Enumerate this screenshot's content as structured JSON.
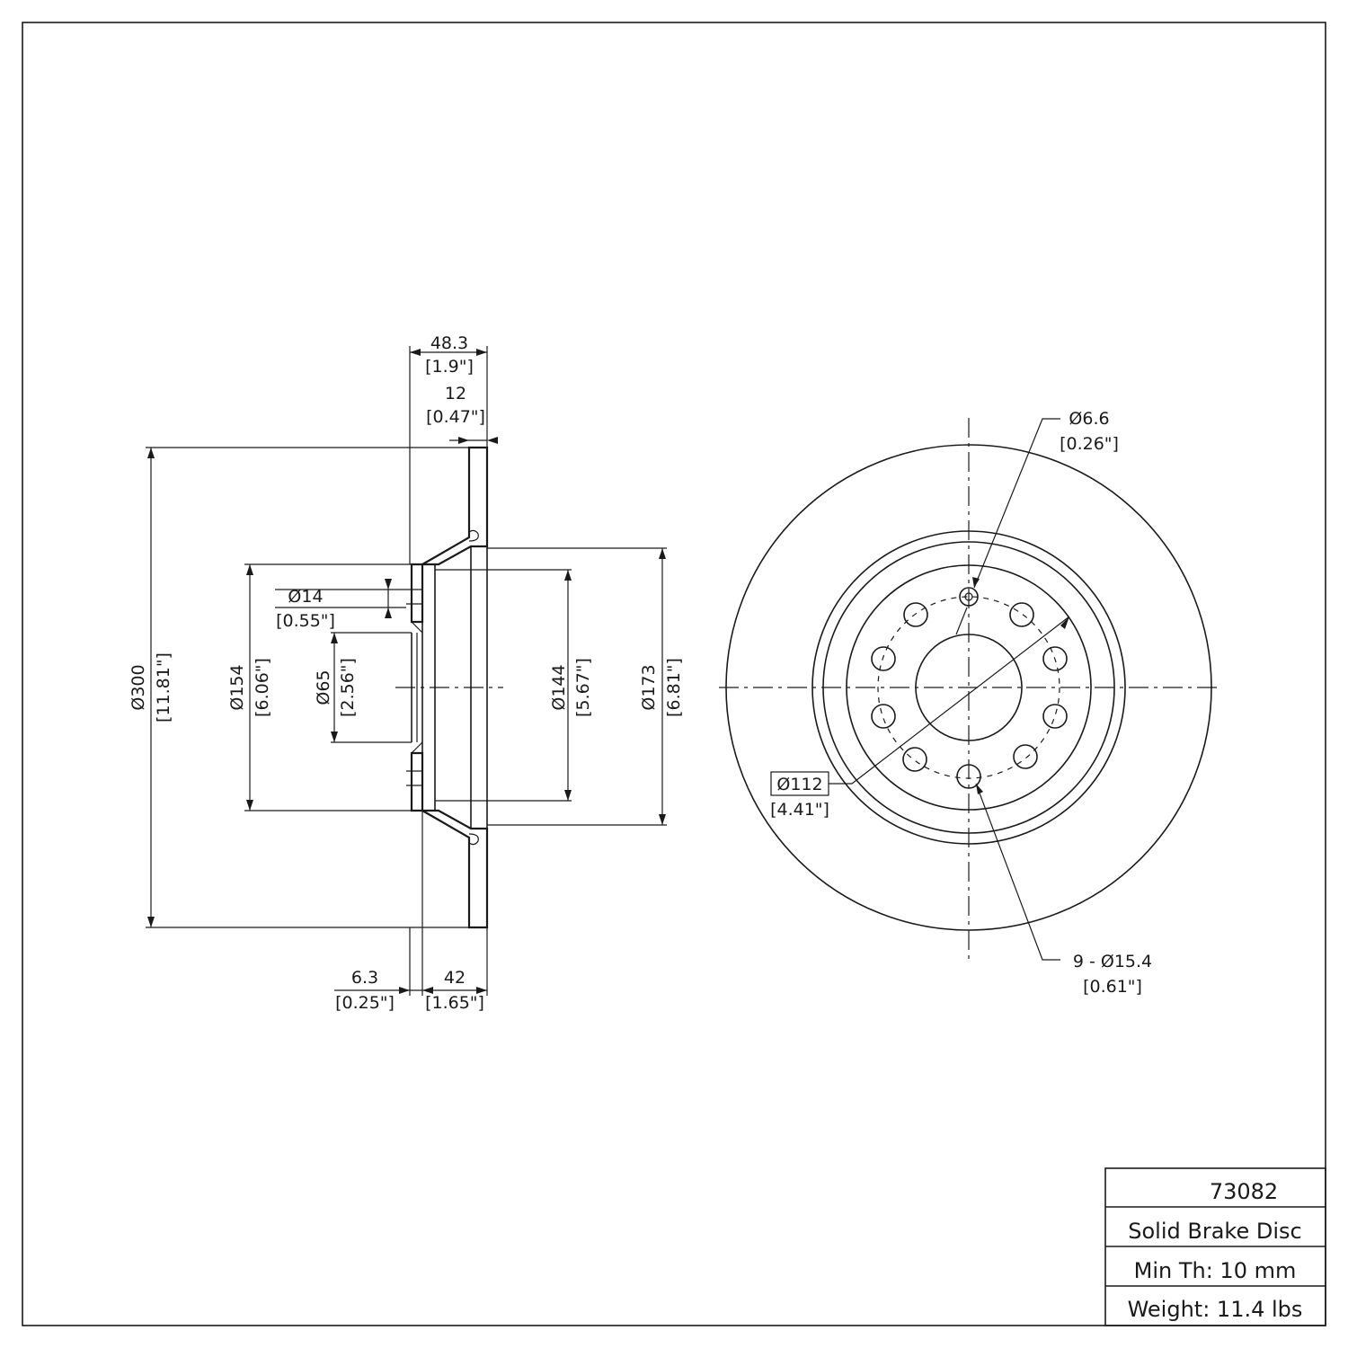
{
  "part": {
    "number": "73082",
    "type": "Solid Brake Disc",
    "min_thickness": "Min Th: 10 mm",
    "weight": "Weight: 11.4 lbs"
  },
  "side_view": {
    "overall_width": {
      "mm": "48.3",
      "in": "[1.9\"]"
    },
    "rotor_thickness": {
      "mm": "12",
      "in": "[0.47\"]"
    },
    "outer_diameter": {
      "mm": "Ø300",
      "in": "[11.81\"]"
    },
    "hat_diameter": {
      "mm": "Ø154",
      "in": "[6.06\"]"
    },
    "hole_diameter": {
      "mm": "Ø14",
      "in": "[0.55\"]"
    },
    "center_bore": {
      "mm": "Ø65",
      "in": "[2.56\"]"
    },
    "inner_diameter": {
      "mm": "Ø144",
      "in": "[5.67\"]"
    },
    "hat_outer_diameter": {
      "mm": "Ø173",
      "in": "[6.81\"]"
    },
    "mounting_thickness": {
      "mm": "6.3",
      "in": "[0.25\"]"
    },
    "hat_height": {
      "mm": "42",
      "in": "[1.65\"]"
    }
  },
  "front_view": {
    "small_hole": {
      "mm": "Ø6.6",
      "in": "[0.26\"]"
    },
    "bolt_circle": {
      "mm": "Ø112",
      "in": "[4.41\"]"
    },
    "lug_holes": {
      "mm": "9 - Ø15.4",
      "in": "[0.61\"]"
    }
  }
}
